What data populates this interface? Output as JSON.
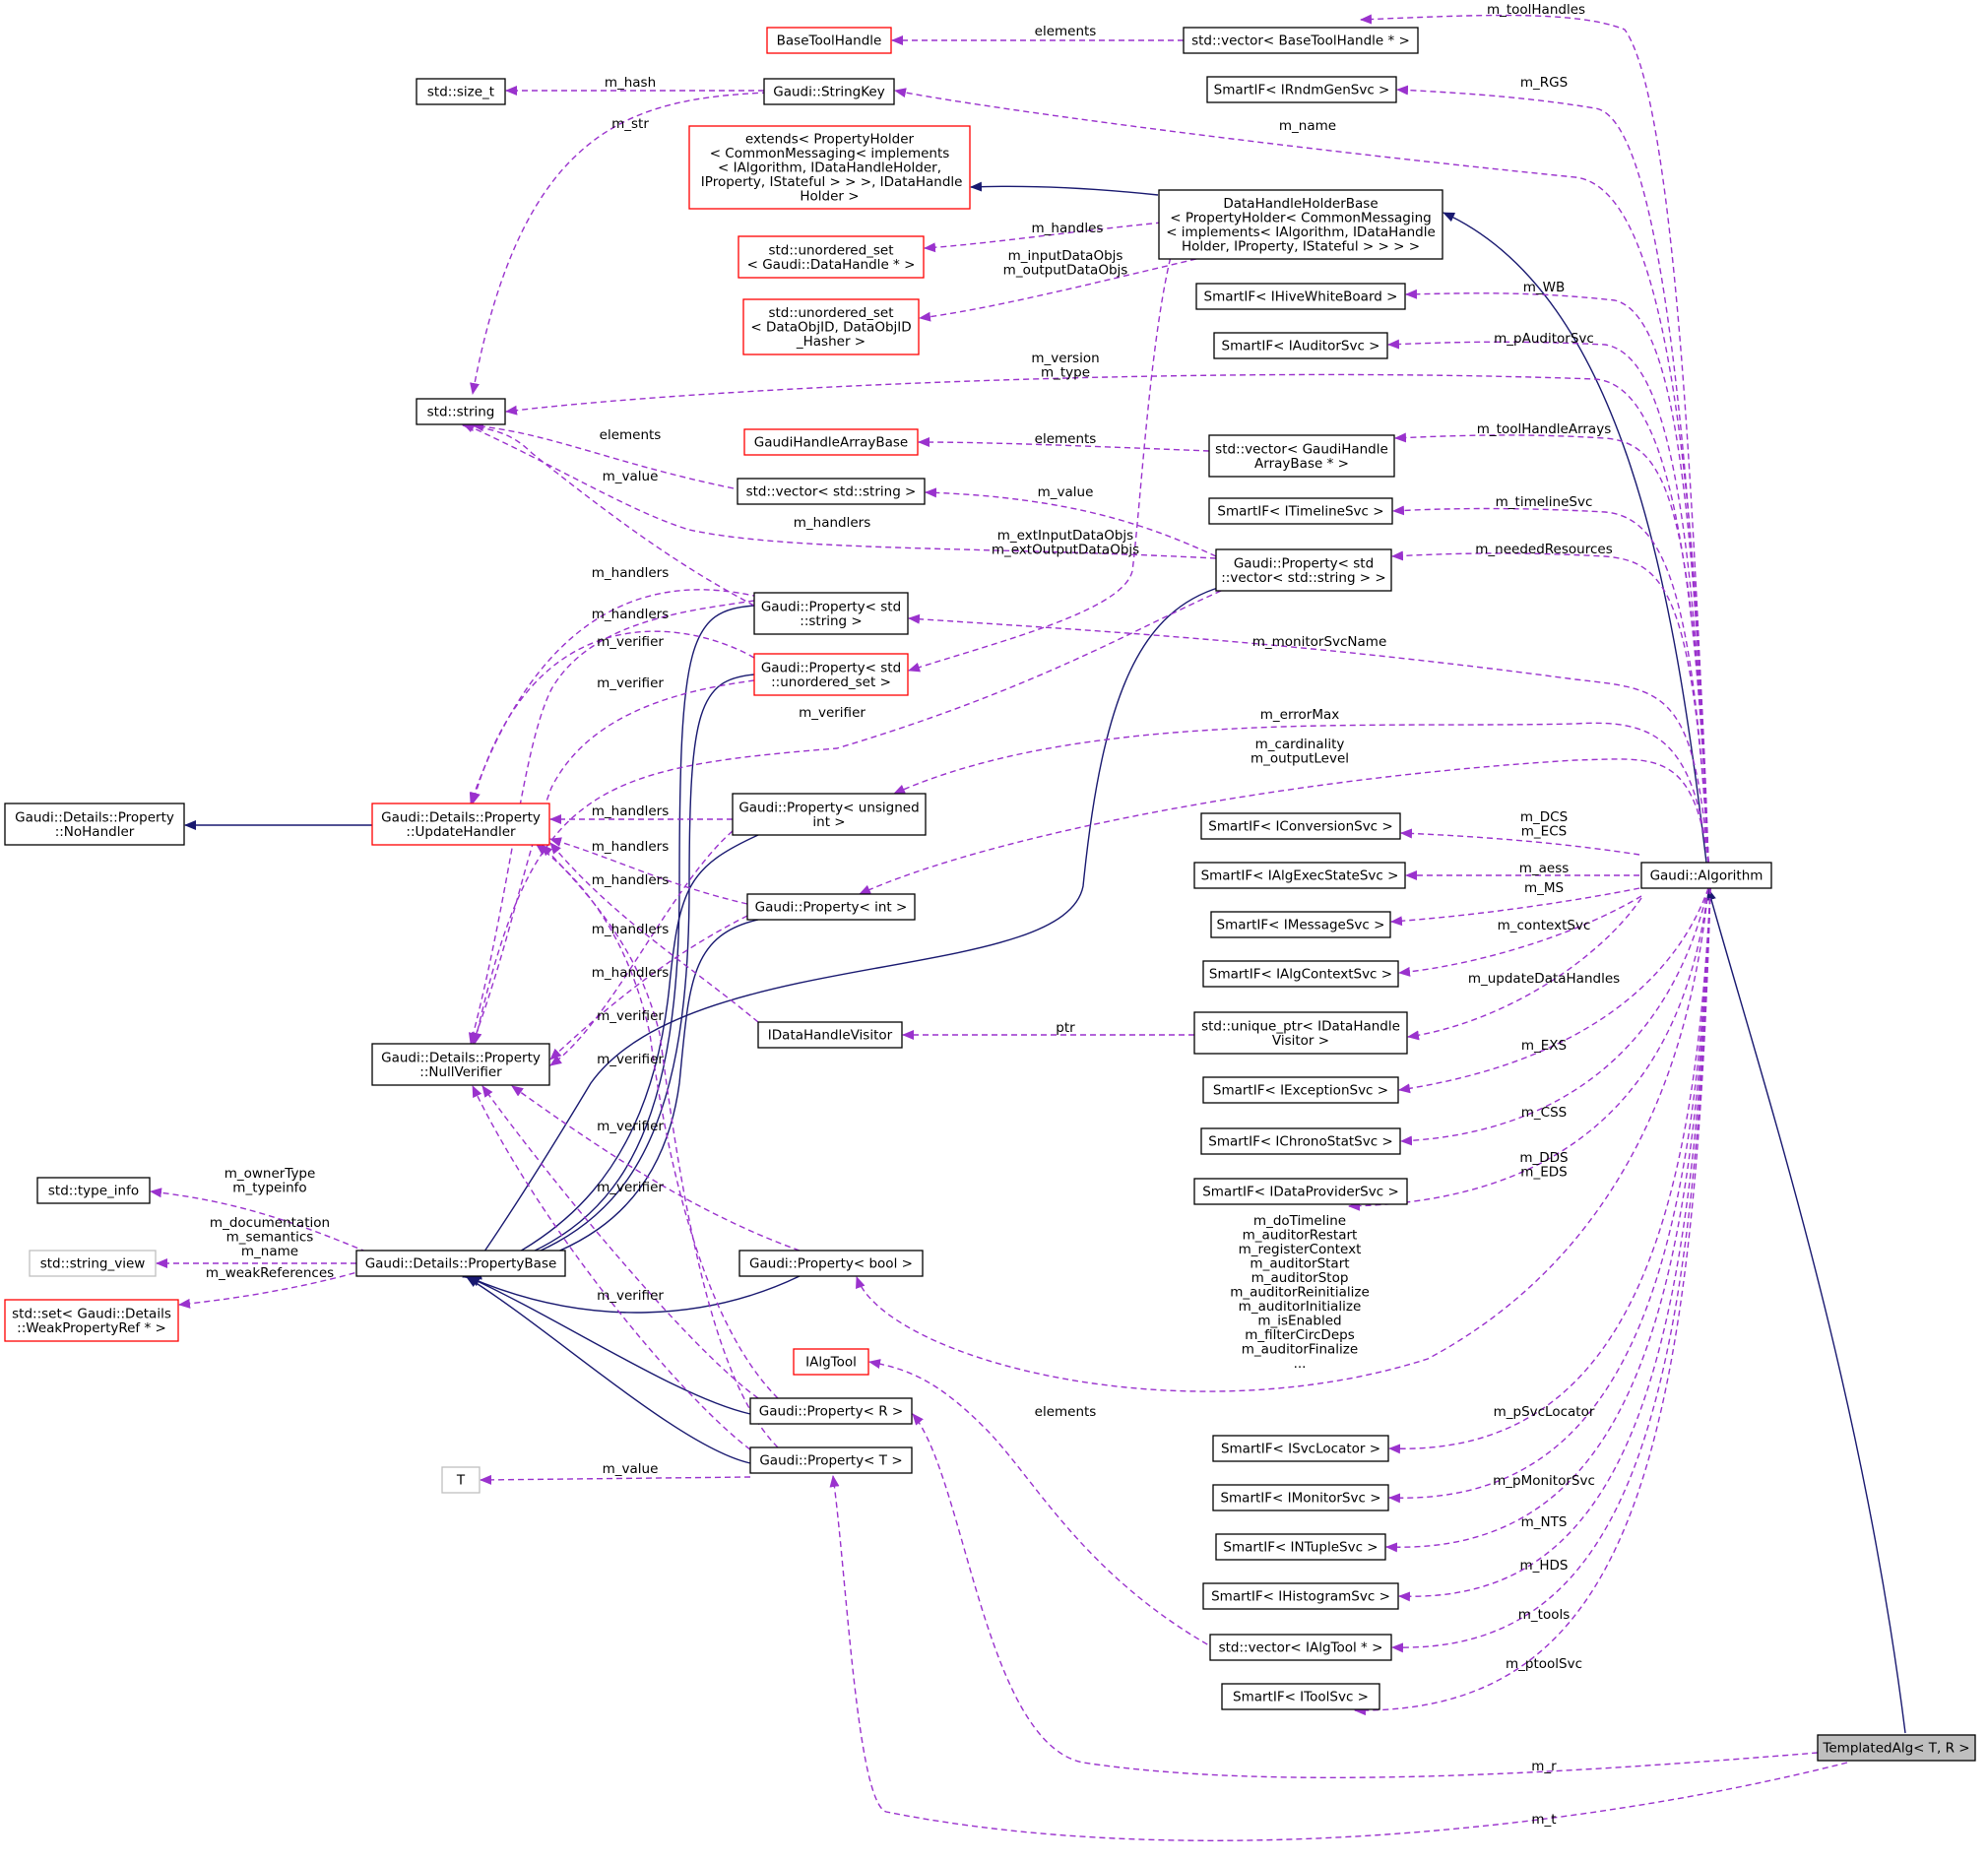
{
  "colors": {
    "inherit_edge": "#191970",
    "usage_edge": "#9a32cd",
    "red_border": "#ff0000",
    "gray_border": "#bfbfbf",
    "highlight_fill": "#bfbfbf"
  },
  "nodes": {
    "basetoolhandle": {
      "lines": [
        "BaseToolHandle"
      ]
    },
    "vec_basetoolhandle": {
      "lines": [
        "std::vector< BaseToolHandle * >"
      ]
    },
    "size_t": {
      "lines": [
        "std::size_t"
      ]
    },
    "stringkey": {
      "lines": [
        "Gaudi::StringKey"
      ]
    },
    "smartif_rndmgen": {
      "lines": [
        "SmartIF< IRndmGenSvc >"
      ]
    },
    "extends_propertyholder": {
      "lines": [
        "extends< PropertyHolder",
        "< CommonMessaging< implements",
        "< IAlgorithm, IDataHandleHolder,",
        " IProperty, IStateful > > >, IDataHandle",
        "Holder >"
      ]
    },
    "datahandleholderbase": {
      "lines": [
        "DataHandleHolderBase",
        "< PropertyHolder< CommonMessaging",
        "< implements< IAlgorithm, IDataHandle",
        "Holder, IProperty, IStateful > > > >"
      ]
    },
    "uset_datahandle": {
      "lines": [
        "std::unordered_set",
        "< Gaudi::DataHandle * >"
      ]
    },
    "uset_dataobjid": {
      "lines": [
        "std::unordered_set",
        "< DataObjID, DataObjID",
        "_Hasher >"
      ]
    },
    "smartif_hivewb": {
      "lines": [
        "SmartIF< IHiveWhiteBoard >"
      ]
    },
    "smartif_auditor": {
      "lines": [
        "SmartIF< IAuditorSvc >"
      ]
    },
    "std_string": {
      "lines": [
        "std::string"
      ]
    },
    "gaudihandlearraybase": {
      "lines": [
        "GaudiHandleArrayBase"
      ]
    },
    "vec_gaudihandle": {
      "lines": [
        "std::vector< GaudiHandle",
        "ArrayBase * >"
      ]
    },
    "vec_string": {
      "lines": [
        "std::vector< std::string >"
      ]
    },
    "smartif_timeline": {
      "lines": [
        "SmartIF< ITimelineSvc >"
      ]
    },
    "prop_vec_string": {
      "lines": [
        "Gaudi::Property< std",
        "::vector< std::string > >"
      ]
    },
    "prop_string": {
      "lines": [
        "Gaudi::Property< std",
        "::string >"
      ]
    },
    "prop_uset": {
      "lines": [
        "Gaudi::Property< std",
        "::unordered_set >"
      ]
    },
    "nohandler": {
      "lines": [
        "Gaudi::Details::Property",
        "::NoHandler"
      ]
    },
    "updatehandler": {
      "lines": [
        "Gaudi::Details::Property",
        "::UpdateHandler"
      ]
    },
    "prop_unsigned": {
      "lines": [
        "Gaudi::Property< unsigned",
        "int >"
      ]
    },
    "smartif_conversion": {
      "lines": [
        "SmartIF< IConversionSvc >"
      ]
    },
    "gaudi_algorithm": {
      "lines": [
        "Gaudi::Algorithm"
      ]
    },
    "smartif_algexec": {
      "lines": [
        "SmartIF< IAlgExecStateSvc >"
      ]
    },
    "prop_int": {
      "lines": [
        "Gaudi::Property< int >"
      ]
    },
    "smartif_message": {
      "lines": [
        "SmartIF< IMessageSvc >"
      ]
    },
    "smartif_algcontext": {
      "lines": [
        "SmartIF< IAlgContextSvc >"
      ]
    },
    "idatahandlevisitor": {
      "lines": [
        "IDataHandleVisitor"
      ]
    },
    "uptr_visitor": {
      "lines": [
        "std::unique_ptr< IDataHandle",
        "Visitor >"
      ]
    },
    "nullverifier": {
      "lines": [
        "Gaudi::Details::Property",
        "::NullVerifier"
      ]
    },
    "smartif_exception": {
      "lines": [
        "SmartIF< IExceptionSvc >"
      ]
    },
    "smartif_chrono": {
      "lines": [
        "SmartIF< IChronoStatSvc >"
      ]
    },
    "type_info": {
      "lines": [
        "std::type_info"
      ]
    },
    "smartif_dataprovider": {
      "lines": [
        "SmartIF< IDataProviderSvc >"
      ]
    },
    "string_view": {
      "lines": [
        "std::string_view"
      ]
    },
    "propertybase": {
      "lines": [
        "Gaudi::Details::PropertyBase"
      ]
    },
    "prop_bool": {
      "lines": [
        "Gaudi::Property< bool >"
      ]
    },
    "set_weakref": {
      "lines": [
        "std::set< Gaudi::Details",
        "::WeakPropertyRef * >"
      ]
    },
    "ialgtool": {
      "lines": [
        "IAlgTool"
      ]
    },
    "prop_r": {
      "lines": [
        "Gaudi::Property< R >"
      ]
    },
    "smartif_svclocator": {
      "lines": [
        "SmartIF< ISvcLocator >"
      ]
    },
    "T": {
      "lines": [
        "T"
      ]
    },
    "prop_t": {
      "lines": [
        "Gaudi::Property< T >"
      ]
    },
    "smartif_monitor": {
      "lines": [
        "SmartIF< IMonitorSvc >"
      ]
    },
    "smartif_ntuple": {
      "lines": [
        "SmartIF< INTupleSvc >"
      ]
    },
    "smartif_histogram": {
      "lines": [
        "SmartIF< IHistogramSvc >"
      ]
    },
    "vec_ialgtool": {
      "lines": [
        "std::vector< IAlgTool * >"
      ]
    },
    "smartif_tool": {
      "lines": [
        "SmartIF< IToolSvc >"
      ]
    },
    "templatedalg": {
      "lines": [
        "TemplatedAlg< T, R >"
      ]
    }
  },
  "labels": {
    "m_toolHandles": [
      "m_toolHandles"
    ],
    "elements_bth": [
      "elements"
    ],
    "m_hash": [
      "m_hash"
    ],
    "m_RGS": [
      "m_RGS"
    ],
    "m_str": [
      "m_str"
    ],
    "m_name": [
      "m_name"
    ],
    "m_handles": [
      "m_handles"
    ],
    "m_inout": [
      "m_inputDataObjs",
      "m_outputDataObjs"
    ],
    "m_WB": [
      "m_WB"
    ],
    "m_pAuditorSvc": [
      "m_pAuditorSvc"
    ],
    "m_version_type": [
      "m_version",
      "m_type"
    ],
    "elements_str": [
      "elements"
    ],
    "elements_gha": [
      "elements"
    ],
    "m_toolHandleArrays": [
      "m_toolHandleArrays"
    ],
    "m_value_str": [
      "m_value"
    ],
    "m_value_vec": [
      "m_value"
    ],
    "m_handlers_vec": [
      "m_handlers"
    ],
    "m_timelineSvc": [
      "m_timelineSvc"
    ],
    "m_ext": [
      "m_extInputDataObjs",
      "m_extOutputDataObjs"
    ],
    "m_neededResources": [
      "m_neededResources"
    ],
    "m_handlers_1": [
      "m_handlers"
    ],
    "m_handlers_2": [
      "m_handlers"
    ],
    "m_verifier_1": [
      "m_verifier"
    ],
    "m_monitorSvcName": [
      "m_monitorSvcName"
    ],
    "m_verifier_2": [
      "m_verifier"
    ],
    "m_verifier_3": [
      "m_verifier"
    ],
    "m_errorMax": [
      "m_errorMax"
    ],
    "m_card_out": [
      "m_cardinality",
      "m_outputLevel"
    ],
    "m_handlers_3": [
      "m_handlers"
    ],
    "m_DCS_ECS": [
      "m_DCS",
      "m_ECS"
    ],
    "m_handlers_4": [
      "m_handlers"
    ],
    "m_aess": [
      "m_aess"
    ],
    "m_handlers_5": [
      "m_handlers"
    ],
    "m_MS": [
      "m_MS"
    ],
    "m_contextSvc": [
      "m_contextSvc"
    ],
    "m_handlers_6": [
      "m_handlers"
    ],
    "m_handlers_7": [
      "m_handlers"
    ],
    "m_updateDataHandles": [
      "m_updateDataHandles"
    ],
    "m_verifier_4": [
      "m_verifier"
    ],
    "ptr": [
      "ptr"
    ],
    "m_verifier_5": [
      "m_verifier"
    ],
    "m_EXS": [
      "m_EXS"
    ],
    "m_CSS": [
      "m_CSS"
    ],
    "m_verifier_6": [
      "m_verifier"
    ],
    "m_DDS_EDS": [
      "m_DDS",
      "m_EDS"
    ],
    "m_owner": [
      "m_ownerType",
      "m_typeinfo"
    ],
    "m_verifier_7": [
      "m_verifier"
    ],
    "m_doc": [
      "m_documentation",
      "m_semantics",
      "m_name"
    ],
    "m_bools": [
      "m_doTimeline",
      "m_auditorRestart",
      "m_registerContext",
      "m_auditorStart",
      "m_auditorStop",
      "m_auditorReinitialize",
      "m_auditorInitialize",
      "m_isEnabled",
      "m_filterCircDeps",
      "m_auditorFinalize",
      "..."
    ],
    "m_weakReferences": [
      "m_weakReferences"
    ],
    "m_verifier_8": [
      "m_verifier"
    ],
    "elements_tool": [
      "elements"
    ],
    "m_pSvcLocator": [
      "m_pSvcLocator"
    ],
    "m_value_t": [
      "m_value"
    ],
    "m_pMonitorSvc": [
      "m_pMonitorSvc"
    ],
    "m_NTS": [
      "m_NTS"
    ],
    "m_HDS": [
      "m_HDS"
    ],
    "m_tools": [
      "m_tools"
    ],
    "m_ptoolSvc": [
      "m_ptoolSvc"
    ],
    "m_r": [
      "m_r"
    ],
    "m_t": [
      "m_t"
    ]
  }
}
